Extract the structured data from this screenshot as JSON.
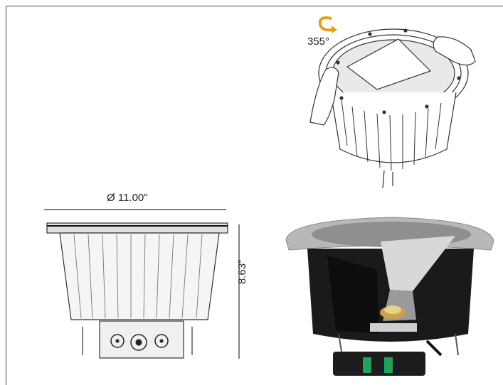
{
  "labels": {
    "rotation_angle": "355°",
    "diameter": "Ø 11.00\"",
    "height": "8.63\""
  },
  "colors": {
    "line": "#333333",
    "rotation_arrow": "#e0a21a",
    "housing_dark": "#1a1a1a",
    "lens_gold": "#c9a24a",
    "connector_green": "#1fa35b",
    "flange_silver": "#b8b8b8"
  }
}
